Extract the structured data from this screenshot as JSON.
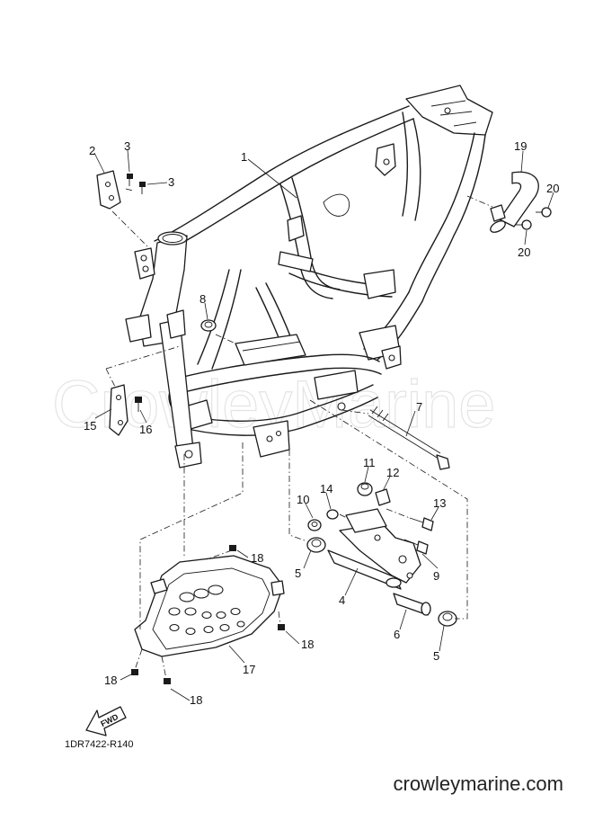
{
  "watermark": "CrowleyMarine",
  "callouts": {
    "c1": "1",
    "c2": "2",
    "c3a": "3",
    "c3b": "3",
    "c4": "4",
    "c5a": "5",
    "c5b": "5",
    "c6": "6",
    "c7": "7",
    "c8": "8",
    "c9": "9",
    "c10": "10",
    "c11": "11",
    "c12": "12",
    "c13": "13",
    "c14": "14",
    "c15": "15",
    "c16": "16",
    "c17": "17",
    "c18a": "18",
    "c18b": "18",
    "c18c": "18",
    "c18d": "18",
    "c19": "19",
    "c20a": "20",
    "c20b": "20"
  },
  "fwd_label": "FWD",
  "diagram_code": "1DR7422-R140",
  "site_label": "crowleymarine.com"
}
